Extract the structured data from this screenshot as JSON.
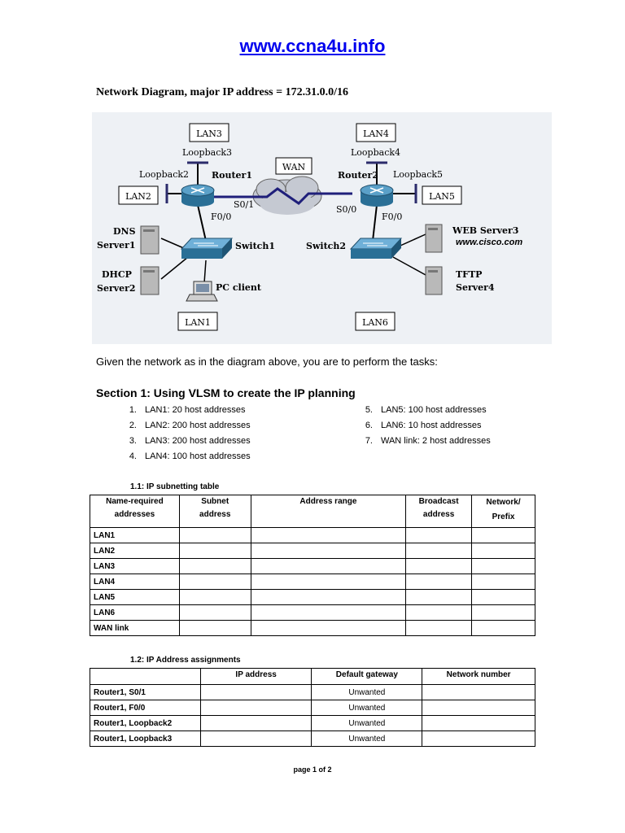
{
  "header": {
    "site_link": "www.ccna4u.info"
  },
  "doc_title": "Network Diagram, major IP address = 172.31.0.0/16",
  "diagram": {
    "lan3": "LAN3",
    "lan4": "LAN4",
    "lan2": "LAN2",
    "lan5": "LAN5",
    "lan1": "LAN1",
    "lan6": "LAN6",
    "wan": "WAN",
    "loopback3": "Loopback3",
    "loopback4": "Loopback4",
    "loopback2": "Loopback2",
    "loopback5": "Loopback5",
    "router1": "Router1",
    "router2": "Router2",
    "s01": "S0/1",
    "s00": "S0/0",
    "f00_left": "F0/0",
    "f00_right": "F0/0",
    "switch1": "Switch1",
    "switch2": "Switch2",
    "dns_line1": "DNS",
    "dns_line2": "Server1",
    "dhcp_line1": "DHCP",
    "dhcp_line2": "Server2",
    "pc_client": "PC client",
    "web_line1": "WEB Server3",
    "web_line2": "www.cisco.com",
    "tftp_line1": "TFTP",
    "tftp_line2": "Server4"
  },
  "intro": "Given the network as in the diagram above, you are to perform the tasks:",
  "section1": {
    "title_prefix": "Section 1",
    "title_rest": ": Using VLSM to create the IP planning"
  },
  "requirements": [
    {
      "num": "1.",
      "text": "LAN1: 20 host addresses"
    },
    {
      "num": "2.",
      "text": "LAN2: 200 host addresses"
    },
    {
      "num": "3.",
      "text": "LAN3: 200 host addresses"
    },
    {
      "num": "4.",
      "text": "LAN4: 100 host addresses"
    },
    {
      "num": "5.",
      "text": "LAN5: 100 host addresses"
    },
    {
      "num": "6.",
      "text": "LAN6: 10 host addresses"
    },
    {
      "num": "7.",
      "text": "WAN link: 2 host addresses"
    }
  ],
  "table1": {
    "title": "1.1: IP subnetting table",
    "headers": {
      "name_l1": "Name-required",
      "name_l2": "addresses",
      "subnet_l1": "Subnet",
      "subnet_l2": "address",
      "range": "Address range",
      "broadcast_l1": "Broadcast",
      "broadcast_l2": "address",
      "network_l1": "Network/",
      "network_l2": "Prefix"
    },
    "rows": [
      "LAN1",
      "LAN2",
      "LAN3",
      "LAN4",
      "LAN5",
      "LAN6",
      "WAN link"
    ]
  },
  "table2": {
    "title": "1.2: IP Address assignments",
    "headers": {
      "ip": "IP address",
      "gateway": "Default gateway",
      "network": "Network number"
    },
    "rows": [
      {
        "name": "Router1, S0/1",
        "gateway": "Unwanted"
      },
      {
        "name": "Router1, F0/0",
        "gateway": "Unwanted"
      },
      {
        "name": "Router1, Loopback2",
        "gateway": "Unwanted"
      },
      {
        "name": "Router1, Loopback3",
        "gateway": "Unwanted"
      }
    ]
  },
  "footer": "page 1 of 2"
}
